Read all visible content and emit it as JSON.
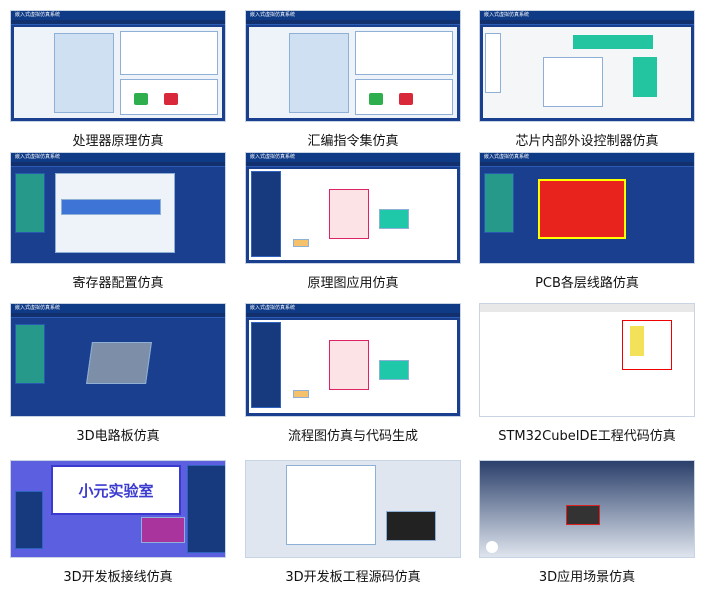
{
  "thumbnail_header": "嵌入式虚拟仿真系统",
  "lab_sign": "小元实验室",
  "items": [
    {
      "caption": "处理器原理仿真",
      "style": "diagram"
    },
    {
      "caption": "汇编指令集仿真",
      "style": "diagram"
    },
    {
      "caption": "芯片内部外设控制器仿真",
      "style": "chip"
    },
    {
      "caption": "寄存器配置仿真",
      "style": "dark"
    },
    {
      "caption": "原理图应用仿真",
      "style": "schematic"
    },
    {
      "caption": "PCB各层线路仿真",
      "style": "pcb"
    },
    {
      "caption": "3D电路板仿真",
      "style": "board3d"
    },
    {
      "caption": "流程图仿真与代码生成",
      "style": "schematic"
    },
    {
      "caption": "STM32CubeIDE工程代码仿真",
      "style": "ide"
    },
    {
      "caption": "3D开发板接线仿真",
      "style": "lab"
    },
    {
      "caption": "3D开发板工程源码仿真",
      "style": "ide3d"
    },
    {
      "caption": "3D应用场景仿真",
      "style": "scene"
    }
  ],
  "colors": {
    "header": "#0e3a86",
    "pcb": "#e8231e",
    "accent": "#2bbf8a"
  }
}
